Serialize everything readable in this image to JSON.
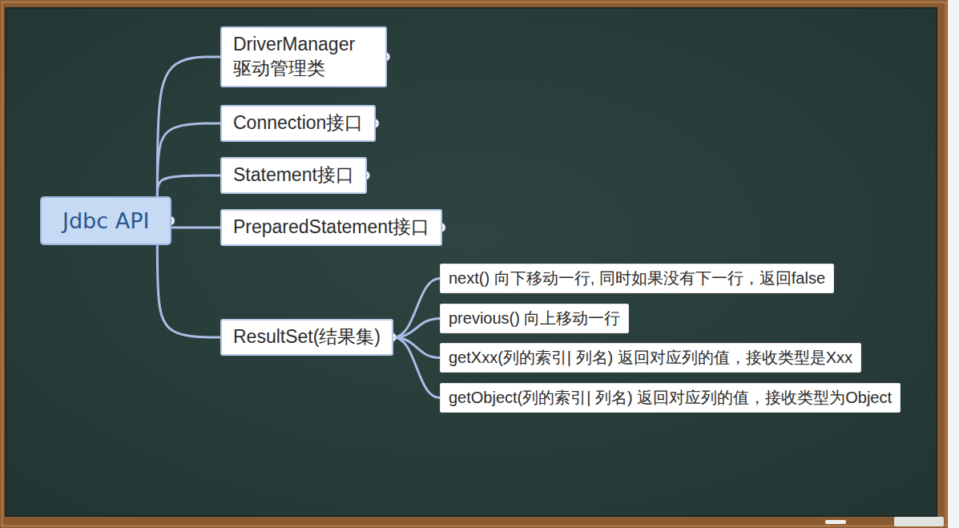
{
  "diagram": {
    "nodes": [
      {
        "text": [
          "Jdbc API"
        ]
      },
      {
        "text": [
          "DriverManager 驱动管理类"
        ]
      },
      {
        "text": [
          "Connection接口"
        ]
      },
      {
        "text": [
          "Statement接口"
        ]
      },
      {
        "text": [
          "PreparedStatement接口"
        ]
      },
      {
        "text": [
          "ResultSet(结果集)"
        ]
      },
      {
        "text": [
          "next() 向下移动一行, 同时如果没有下一行，返回false"
        ]
      },
      {
        "text": [
          "previous() 向上移动一行"
        ]
      },
      {
        "text": [
          "getXxx(列的索引| 列名) 返回对应列的值，接收类型是Xxx"
        ]
      },
      {
        "text": [
          "getObject(列的索引| 列名) 返回对应列的值，接收类型为Object"
        ]
      }
    ],
    "edges": [
      {
        "from": 0,
        "to": 1,
        "arrow": "none"
      },
      {
        "from": 0,
        "to": 2,
        "arrow": "none"
      },
      {
        "from": 0,
        "to": 3,
        "arrow": "none"
      },
      {
        "from": 0,
        "to": 4,
        "arrow": "none"
      },
      {
        "from": 0,
        "to": 5,
        "arrow": "none"
      },
      {
        "from": 5,
        "to": 6,
        "arrow": "none"
      },
      {
        "from": 5,
        "to": 7,
        "arrow": "none"
      },
      {
        "from": 5,
        "to": 8,
        "arrow": "none"
      },
      {
        "from": 5,
        "to": 9,
        "arrow": "none"
      }
    ]
  }
}
